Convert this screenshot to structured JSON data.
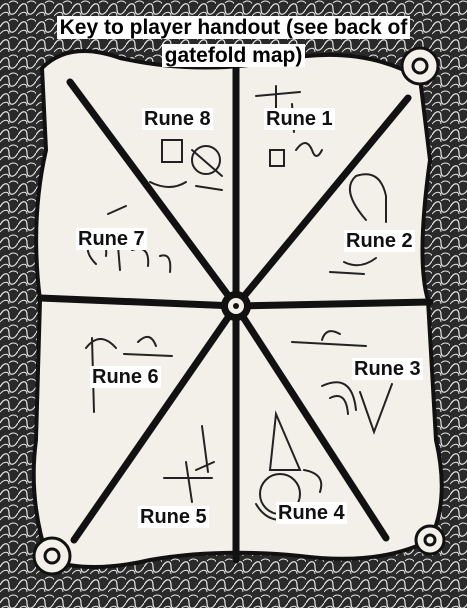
{
  "handout": {
    "title_line1": "Key to player handout (see back of",
    "title_line2": "gatefold map)",
    "runes": [
      {
        "label": "Rune 1"
      },
      {
        "label": "Rune 2"
      },
      {
        "label": "Rune 3"
      },
      {
        "label": "Rune 4"
      },
      {
        "label": "Rune 5"
      },
      {
        "label": "Rune 6"
      },
      {
        "label": "Rune 7"
      },
      {
        "label": "Rune 8"
      }
    ]
  },
  "colors": {
    "ink": "#111111",
    "parchment": "#f2f0e8",
    "background": "#ffffff"
  }
}
